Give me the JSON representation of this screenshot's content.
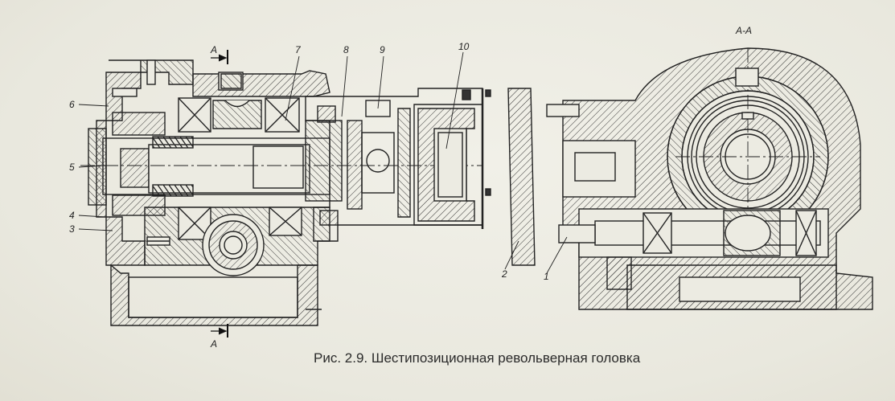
{
  "figure": {
    "caption": "Рис. 2.9. Шестипозиционная револьверная головка",
    "section_label_top": "А-А",
    "section_marks": [
      {
        "id": "top",
        "text": "А"
      },
      {
        "id": "bottom",
        "text": "А"
      }
    ],
    "callouts": [
      {
        "id": "c1",
        "text": "1"
      },
      {
        "id": "c2",
        "text": "2"
      },
      {
        "id": "c3",
        "text": "3"
      },
      {
        "id": "c4",
        "text": "4"
      },
      {
        "id": "c5",
        "text": "5"
      },
      {
        "id": "c6",
        "text": "6"
      },
      {
        "id": "c7",
        "text": "7"
      },
      {
        "id": "c8",
        "text": "8"
      },
      {
        "id": "c9",
        "text": "9"
      },
      {
        "id": "c10",
        "text": "10"
      }
    ]
  }
}
